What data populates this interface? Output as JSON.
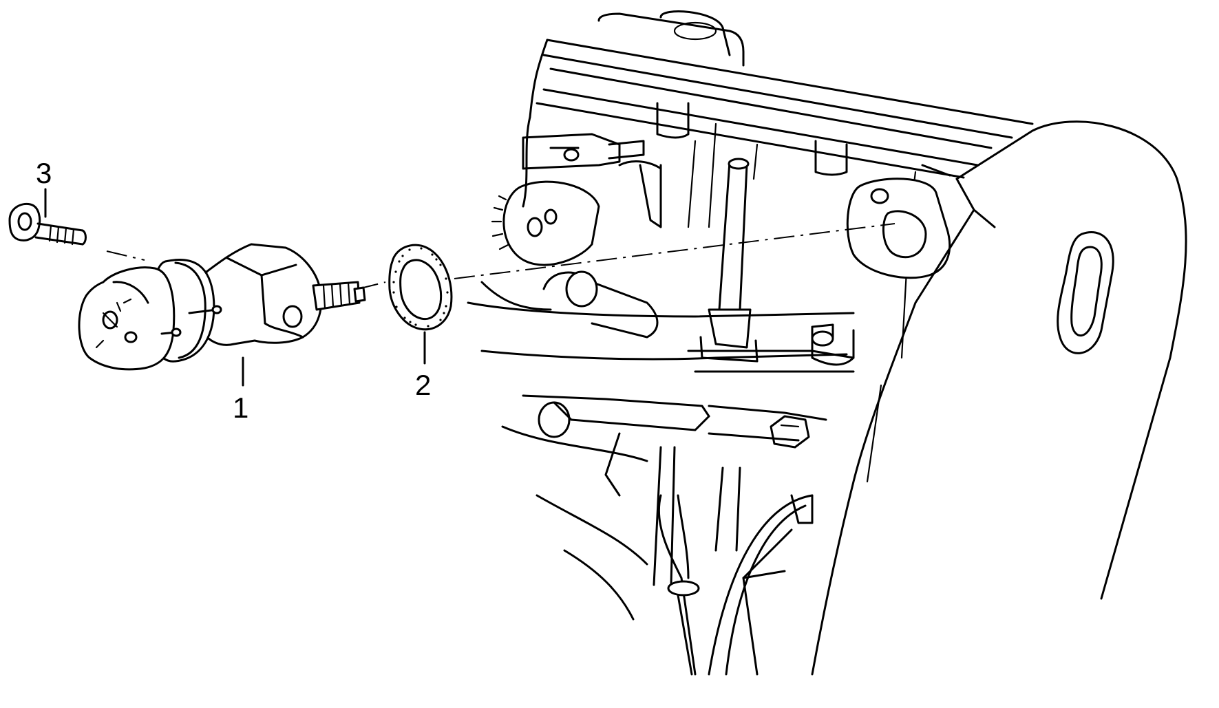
{
  "callouts": [
    {
      "id": "1",
      "label": "1"
    },
    {
      "id": "2",
      "label": "2"
    },
    {
      "id": "3",
      "label": "3"
    }
  ],
  "colors": {
    "ink": "#000000",
    "paper": "#ffffff"
  }
}
